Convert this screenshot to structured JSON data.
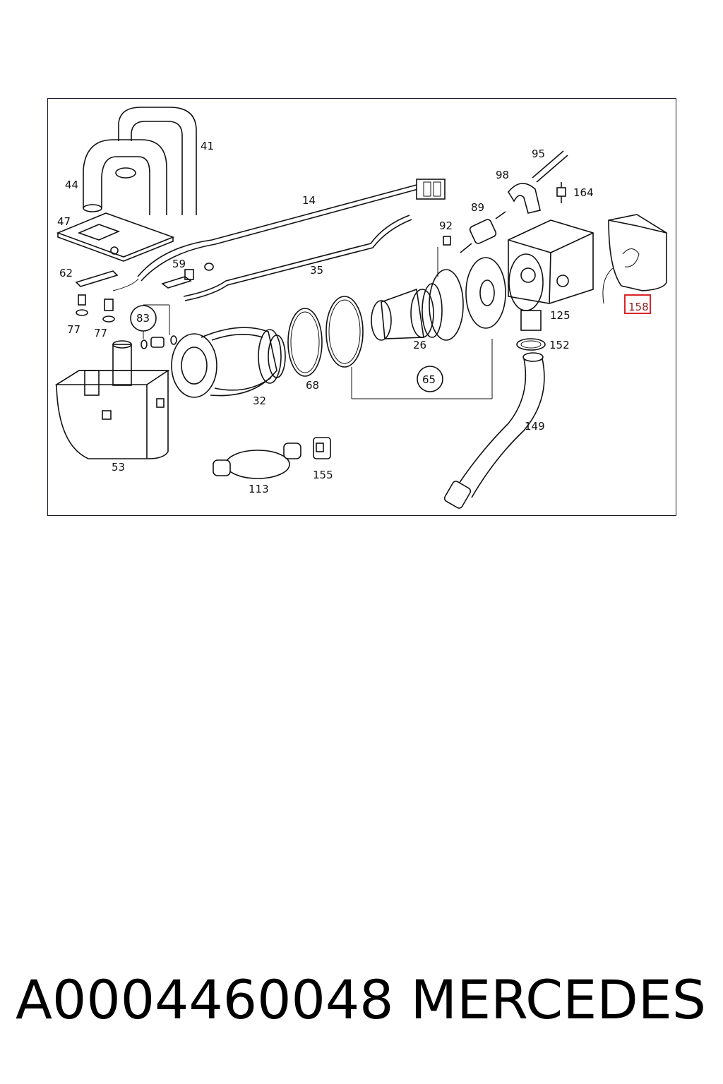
{
  "callouts": {
    "c14": "14",
    "c26": "26",
    "c32": "32",
    "c35": "35",
    "c41": "41",
    "c44": "44",
    "c47": "47",
    "c53": "53",
    "c59": "59",
    "c62": "62",
    "c65": "65",
    "c68": "68",
    "c77a": "77",
    "c77b": "77",
    "c83": "83",
    "c89": "89",
    "c92": "92",
    "c95": "95",
    "c98": "98",
    "c113": "113",
    "c125": "125",
    "c149": "149",
    "c152": "152",
    "c155": "155",
    "c158": "158",
    "c164": "164"
  },
  "highlight": {
    "color": "#d9252a",
    "label": "158"
  },
  "footer": {
    "part_number": "A0004460048",
    "brand": "MERCEDES"
  }
}
